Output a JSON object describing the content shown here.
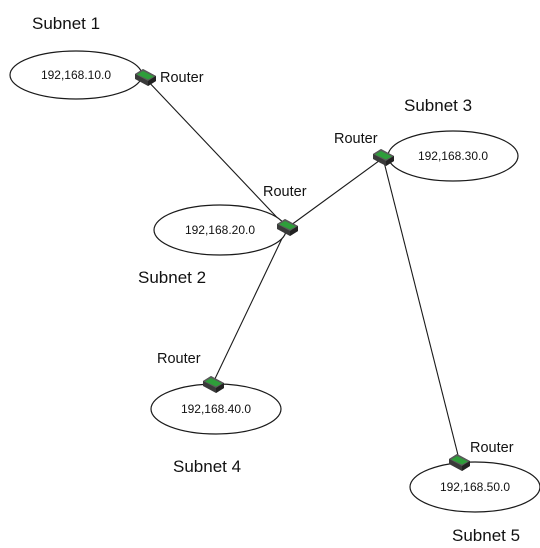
{
  "diagram": {
    "subnets": [
      {
        "name": "Subnet 1",
        "address": "192,168.10.0",
        "router_label": "Router"
      },
      {
        "name": "Subnet 2",
        "address": "192,168.20.0",
        "router_label": "Router"
      },
      {
        "name": "Subnet 3",
        "address": "192,168.30.0",
        "router_label": "Router"
      },
      {
        "name": "Subnet 4",
        "address": "192,168.40.0",
        "router_label": "Router"
      },
      {
        "name": "Subnet 5",
        "address": "192,168.50.0",
        "router_label": "Router"
      }
    ],
    "links": [
      {
        "from": "Subnet 1",
        "to": "Subnet 2"
      },
      {
        "from": "Subnet 2",
        "to": "Subnet 3"
      },
      {
        "from": "Subnet 2",
        "to": "Subnet 4"
      },
      {
        "from": "Subnet 3",
        "to": "Subnet 5"
      }
    ],
    "colors": {
      "router_body": "#3a3a3a",
      "router_accent": "#2e9e3a",
      "line": "#1a1a1a"
    },
    "icon": "router-icon"
  }
}
